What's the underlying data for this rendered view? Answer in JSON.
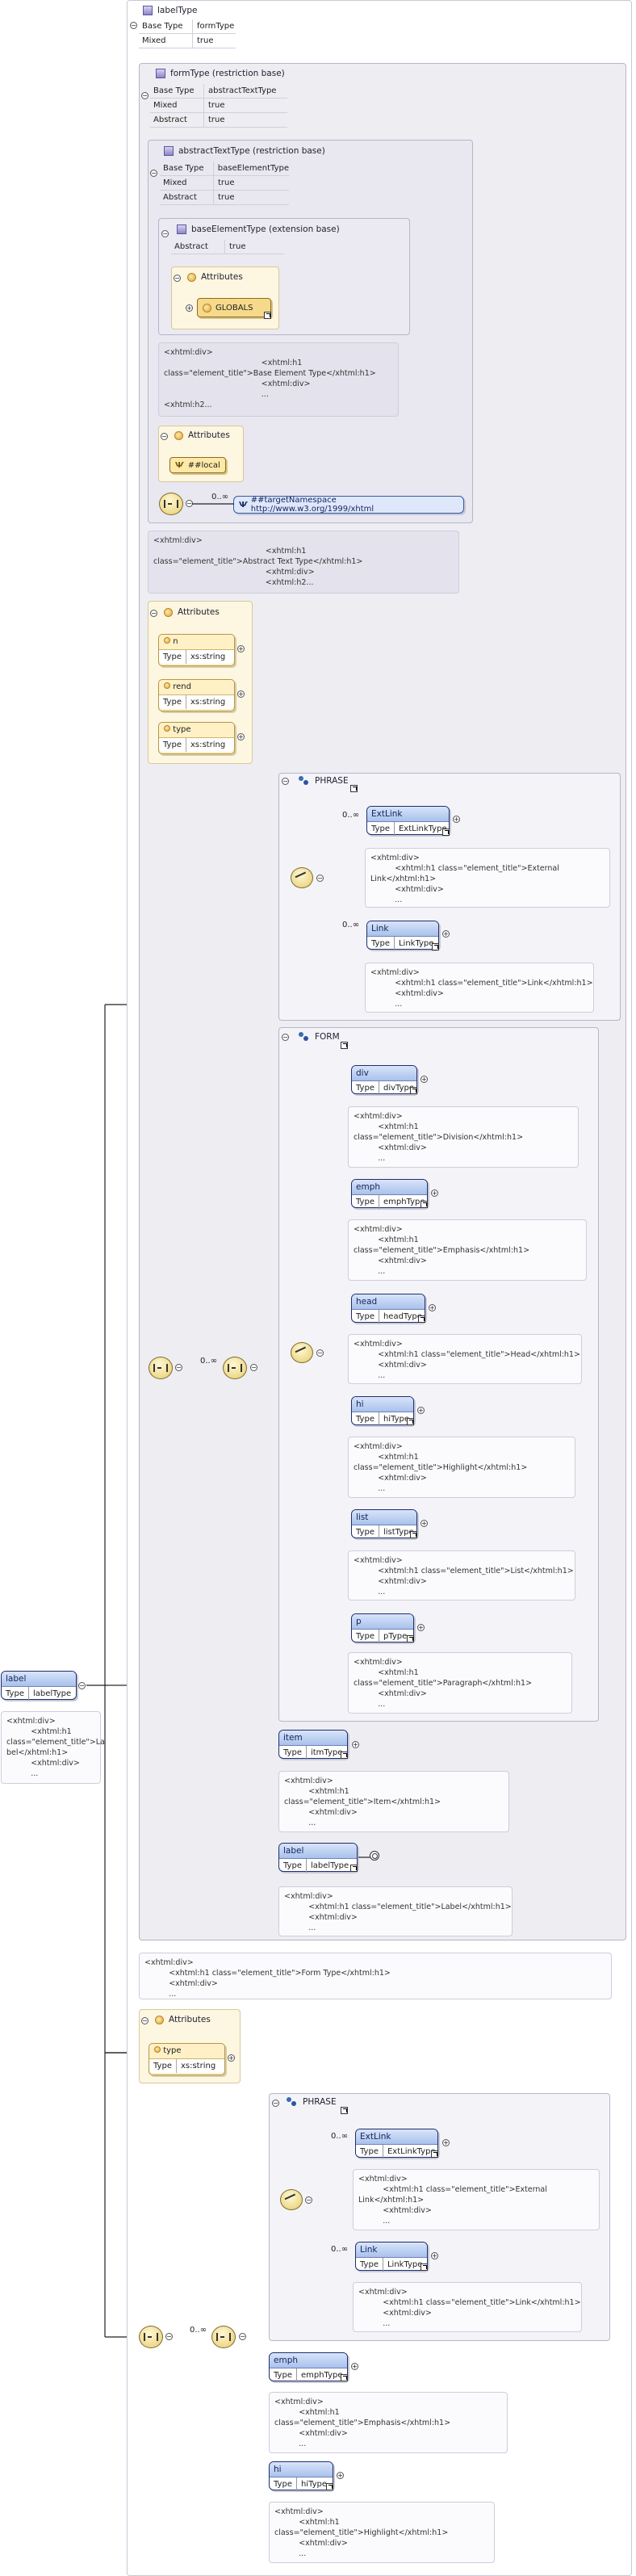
{
  "root": {
    "title": "labelType",
    "base_type_key": "Base Type",
    "base_type_value": "formType",
    "mixed_key": "Mixed",
    "mixed_value": "true"
  },
  "formType": {
    "title": "formType (restriction base)",
    "props": [
      [
        "Base Type",
        "abstractTextType"
      ],
      [
        "Mixed",
        "true"
      ],
      [
        "Abstract",
        "true"
      ]
    ]
  },
  "abstractTextType": {
    "title": "abstractTextType (restriction base)",
    "props": [
      [
        "Base Type",
        "baseElementType"
      ],
      [
        "Mixed",
        "true"
      ],
      [
        "Abstract",
        "true"
      ]
    ]
  },
  "baseElementType": {
    "title": "baseElementType (extension base)",
    "props": [
      [
        "Abstract",
        "true"
      ]
    ],
    "attributes_label": "Attributes",
    "globals_label": "GLOBALS"
  },
  "docs": {
    "base_element": "<xhtml:div>\n                                        <xhtml:h1\nclass=\"element_title\">Base Element Type</xhtml:h1>\n                                        <xhtml:div>\n                                        ...\n<xhtml:h2...",
    "abstract_text": "<xhtml:div>\n                                              <xhtml:h1\nclass=\"element_title\">Abstract Text Type</xhtml:h1>\n                                              <xhtml:div>\n                                              <xhtml:h2...",
    "external_link": "<xhtml:div>\n          <xhtml:h1 class=\"element_title\">External\nLink</xhtml:h1>\n          <xhtml:div>\n          ...",
    "link": "<xhtml:div>\n          <xhtml:h1 class=\"element_title\">Link</xhtml:h1>\n          <xhtml:div>\n          ...",
    "division": "<xhtml:div>\n          <xhtml:h1\nclass=\"element_title\">Division</xhtml:h1>\n          <xhtml:div>\n          ...",
    "emphasis": "<xhtml:div>\n          <xhtml:h1\nclass=\"element_title\">Emphasis</xhtml:h1>\n          <xhtml:div>\n          ...",
    "head": "<xhtml:div>\n          <xhtml:h1 class=\"element_title\">Head</xhtml:h1>\n          <xhtml:div>\n          ...",
    "highlight": "<xhtml:div>\n          <xhtml:h1\nclass=\"element_title\">Highlight</xhtml:h1>\n          <xhtml:div>\n          ...",
    "list": "<xhtml:div>\n          <xhtml:h1 class=\"element_title\">List</xhtml:h1>\n          <xhtml:div>\n          ...",
    "paragraph": "<xhtml:div>\n          <xhtml:h1\nclass=\"element_title\">Paragraph</xhtml:h1>\n          <xhtml:div>\n          ...",
    "item": "<xhtml:div>\n          <xhtml:h1\nclass=\"element_title\">Item</xhtml:h1>\n          <xhtml:div>\n          ...",
    "label_doc": "<xhtml:div>\n          <xhtml:h1 class=\"element_title\">Label</xhtml:h1>\n          <xhtml:div>\n          ...",
    "form_type": "<xhtml:div>\n          <xhtml:h1 class=\"element_title\">Form Type</xhtml:h1>\n          <xhtml:div>\n          ...",
    "label_left": "<xhtml:div>\n          <xhtml:h1\nclass=\"element_title\">La\nbel</xhtml:h1>\n          <xhtml:div>\n          ...",
    "ext_link2": "<xhtml:div>\n          <xhtml:h1 class=\"element_title\">External\nLink</xhtml:h1>\n          <xhtml:div>\n          ...",
    "link2": "<xhtml:div>\n          <xhtml:h1 class=\"element_title\">Link</xhtml:h1>\n          <xhtml:div>\n          ...",
    "emphasis2": "<xhtml:div>\n          <xhtml:h1\nclass=\"element_title\">Emphasis</xhtml:h1>\n          <xhtml:div>\n          ...",
    "highlight2": "<xhtml:div>\n          <xhtml:h1\nclass=\"element_title\">Highlight</xhtml:h1>\n          <xhtml:div>\n          ..."
  },
  "local_attrs": {
    "label": "Attributes",
    "local": "##local",
    "any_label": "##targetNamespace http://www.w3.org/1999/xhtml",
    "card": "0..∞"
  },
  "attrs_nrt": {
    "label": "Attributes",
    "items": [
      {
        "name": "n",
        "type": "xs:string"
      },
      {
        "name": "rend",
        "type": "xs:string"
      },
      {
        "name": "type",
        "type": "xs:string"
      }
    ]
  },
  "phrase": {
    "title": "PHRASE",
    "card": "0..∞",
    "items": [
      {
        "name": "ExtLink",
        "type": "ExtLinkType"
      },
      {
        "name": "Link",
        "type": "LinkType"
      }
    ]
  },
  "form_group": {
    "title": "FORM",
    "items": [
      {
        "name": "div",
        "type": "divType"
      },
      {
        "name": "emph",
        "type": "emphType"
      },
      {
        "name": "head",
        "type": "headType"
      },
      {
        "name": "hi",
        "type": "hiType"
      },
      {
        "name": "list",
        "type": "listType"
      },
      {
        "name": "p",
        "type": "pType"
      }
    ]
  },
  "form_card": "0..∞",
  "item_el": {
    "name": "item",
    "type": "itmType"
  },
  "label_el": {
    "name": "label",
    "type": "labelType"
  },
  "type_attr": {
    "label": "Attributes",
    "name": "type",
    "type": "xs:string"
  },
  "phrase2": {
    "title": "PHRASE",
    "card": "0..∞",
    "items": [
      {
        "name": "ExtLink",
        "type": "ExtLinkType"
      },
      {
        "name": "Link",
        "type": "LinkType"
      }
    ]
  },
  "bottom_card": "0..∞",
  "emph2": {
    "name": "emph",
    "type": "emphType"
  },
  "hi2": {
    "name": "hi",
    "type": "hiType"
  },
  "left_label": {
    "name": "label",
    "type": "labelType"
  },
  "type_key": "Type"
}
